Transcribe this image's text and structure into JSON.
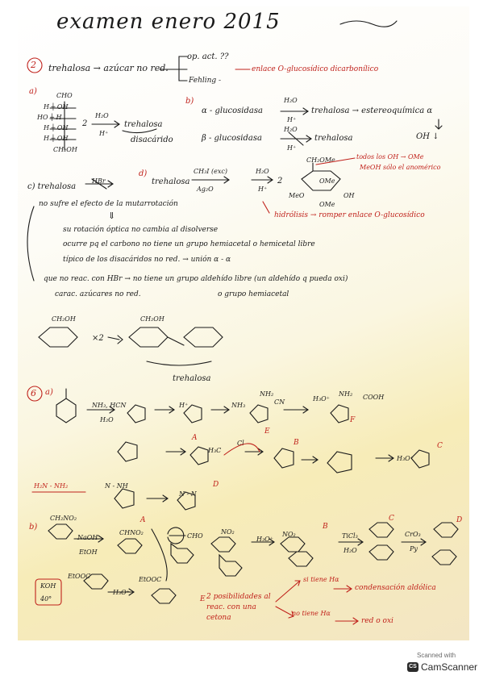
{
  "title": "examen enero 2015",
  "q2": {
    "number": "2",
    "line1": "trehalosa → azúcar no red.",
    "opact": "op. act. ??",
    "fehling": "Fehling -",
    "enlace": "enlace O-glucosídico dicarbonílico",
    "a_label": "a)",
    "fischer": [
      "CHO",
      "H ┼ OH",
      "HO ┼ H",
      "H ┼ OH",
      "H ┼ OH",
      "CH₂OH"
    ],
    "coef2": "2",
    "h2o": "H₂O",
    "hplus": "H⁺",
    "trehalosa": "trehalosa",
    "disacarido": "disacárido",
    "b_label": "b)",
    "alpha": "α - glucosidasa",
    "beta": "β - glucosidasa",
    "alpha_result": "trehalosa → estereoquímica α",
    "beta_result": "trehalosa",
    "ohdown": "OH ↓",
    "todos": "todos los OH → OMe",
    "meoh": "MeOH sólo el anomérico",
    "c_label": "c) trehalosa",
    "hbr": "HBr",
    "d_label": "d)",
    "d_line": "trehalosa",
    "ch3i": "CH₃I (exc)",
    "ag2o": "Ag₂O",
    "d_h2o": "H₂O",
    "d_hplus": "H⁺",
    "d_coef": "2",
    "ch2ome": "CH₂OMe",
    "ome": "OMe",
    "meo": "MeO",
    "oh": "OH",
    "hidrolisis": "hidrólisis → romper enlace O-glucosídico",
    "mut": "no sufre el efecto de la mutarrotación",
    "arrow_down": "⇓",
    "rot": "su rotación óptica no cambia al disolverse",
    "ocurre": "ocurre pq el carbono no tiene un grupo hemiacetal o hemicetal libre",
    "tipico": "típico de los disacáridos no red. → unión α - α",
    "hbr_line": "que no reac. con HBr → no tiene un grupo aldehído libre (un aldehído q pueda oxi)",
    "hemi": "o grupo hemiacetal",
    "carac": "carac. azúcares no red.",
    "ch2oh": "CH₂OH",
    "x2": "×2",
    "trehalosa_label": "trehalosa"
  },
  "q6": {
    "number": "6",
    "a_label": "a)",
    "nh3hcn": "NH₃, HCN",
    "h2o": "H₂O",
    "hplus": "H⁺",
    "nh3": "NH₃",
    "h3o": "H₃O⁺",
    "cooh": "COOH",
    "nh2": "NH₂",
    "cn": "CN",
    "labels": [
      "A",
      "B",
      "C",
      "D",
      "E",
      "F"
    ],
    "h3c": "H₃C",
    "cl": "Cl",
    "h2n_nh2": "H₂N - NH₂",
    "n_nh": "N - NH",
    "n_n": "N - N",
    "b_label": "b)",
    "ch2no2": "CH₂NO₂",
    "chno2": "CHNO₂",
    "naoh": "NaOH",
    "etoh": "EtOH",
    "cho": "CHO",
    "no2": "NO₂",
    "ticl3": "TiCl₃",
    "cro3": "CrO₃",
    "py": "Py",
    "koh": "KOH",
    "temp": "40°",
    "ester": "EtOOC",
    "posib": "2 posibilidades al reac. con una cetona",
    "si_tiene": "si tiene Hα",
    "condensacion": "condensación aldólica",
    "no_tiene": "no tiene Hα",
    "red_oxi": "red o oxi"
  },
  "watermark": {
    "scanned": "Scanned with",
    "logo": "CS",
    "name": "CamScanner"
  }
}
